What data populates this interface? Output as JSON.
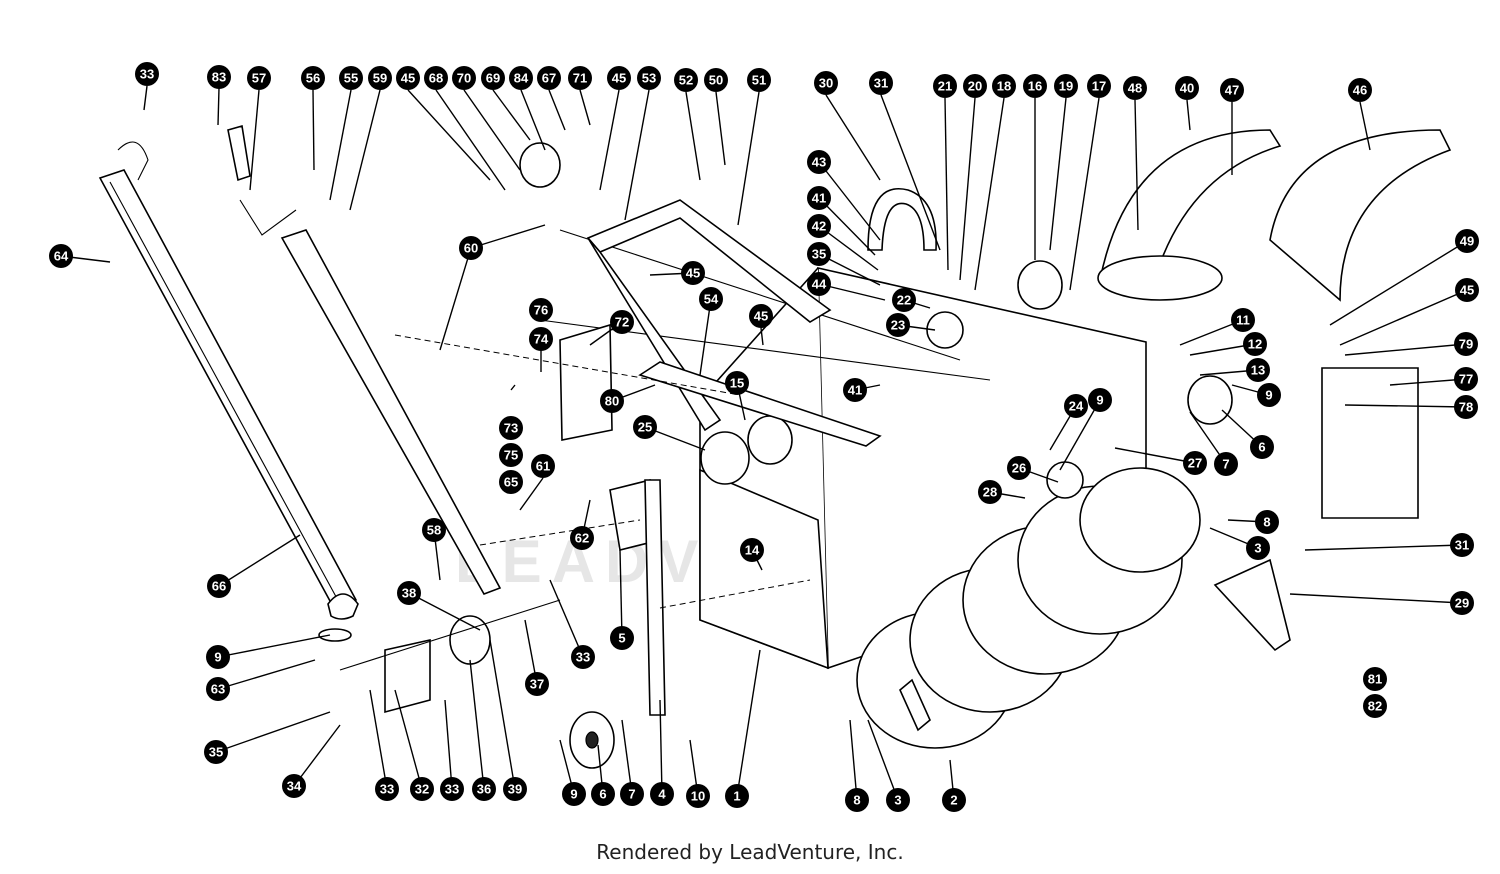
{
  "watermark": "LEADVENTURE",
  "credit": "Rendered by LeadVenture, Inc.",
  "callouts": [
    "33",
    "83",
    "57",
    "56",
    "55",
    "59",
    "45",
    "68",
    "70",
    "69",
    "84",
    "67",
    "71",
    "45",
    "53",
    "52",
    "50",
    "51",
    "30",
    "31",
    "21",
    "20",
    "18",
    "16",
    "19",
    "17",
    "48",
    "40",
    "47",
    "46",
    "64",
    "60",
    "43",
    "41",
    "42",
    "35",
    "44",
    "45",
    "54",
    "22",
    "23",
    "76",
    "74",
    "72",
    "45",
    "49",
    "45",
    "11",
    "12",
    "13",
    "79",
    "77",
    "78",
    "9",
    "73",
    "75",
    "65",
    "80",
    "15",
    "41",
    "25",
    "24",
    "9",
    "6",
    "7",
    "27",
    "26",
    "28",
    "8",
    "3",
    "31",
    "29",
    "61",
    "62",
    "58",
    "14",
    "5",
    "66",
    "38",
    "33",
    "37",
    "9",
    "63",
    "35",
    "34",
    "33",
    "32",
    "33",
    "36",
    "39",
    "9",
    "6",
    "7",
    "4",
    "10",
    "1",
    "8",
    "3",
    "2",
    "81",
    "82"
  ]
}
